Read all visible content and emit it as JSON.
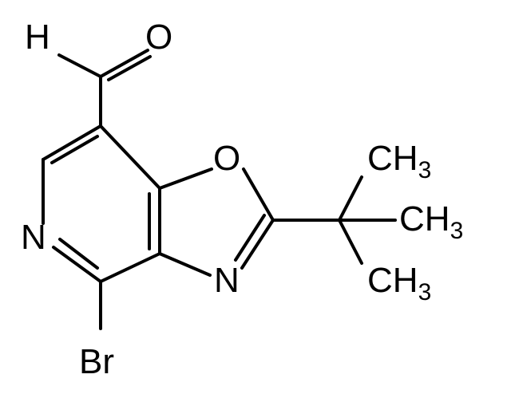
{
  "molecule": {
    "atoms": {
      "aldehyde_h": "H",
      "aldehyde_o": "O",
      "ring_o": "O",
      "ring_n_oxazole": "N",
      "ring_n_pyridine": "N",
      "bromo": "Br",
      "methyl_1": {
        "c": "CH",
        "sub": "3"
      },
      "methyl_2": {
        "c": "CH",
        "sub": "3"
      },
      "methyl_3": {
        "c": "CH",
        "sub": "3"
      }
    }
  }
}
